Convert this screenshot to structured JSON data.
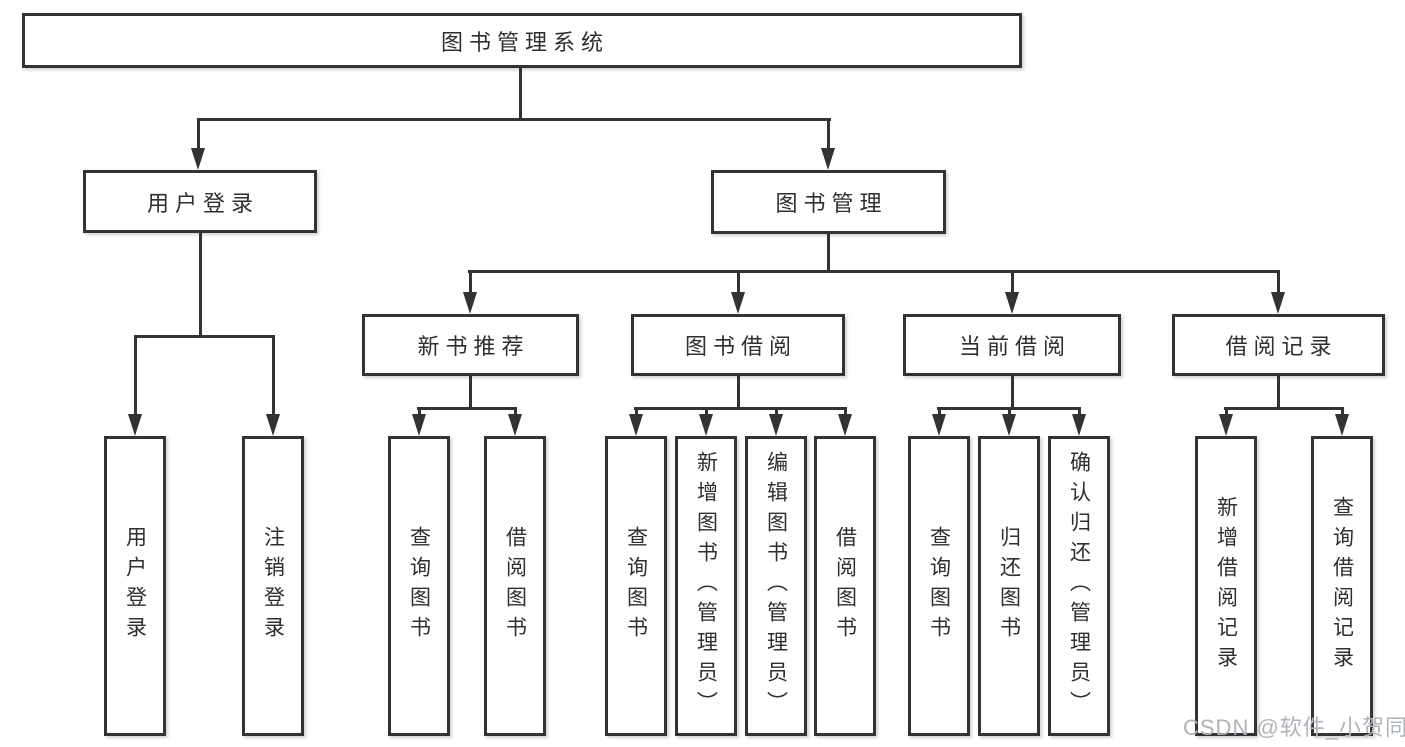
{
  "diagram": {
    "root": {
      "label": "图书管理系统"
    },
    "branches": [
      {
        "label": "用户登录",
        "children": [
          {
            "label": "用户登录"
          },
          {
            "label": "注销登录"
          }
        ]
      },
      {
        "label": "图书管理",
        "children": [
          {
            "label": "新书推荐",
            "children": [
              {
                "label": "查询图书"
              },
              {
                "label": "借阅图书"
              }
            ]
          },
          {
            "label": "图书借阅",
            "children": [
              {
                "label": "查询图书"
              },
              {
                "label": "新增图书（管理员）"
              },
              {
                "label": "编辑图书（管理员）"
              },
              {
                "label": "借阅图书"
              }
            ]
          },
          {
            "label": "当前借阅",
            "children": [
              {
                "label": "查询图书"
              },
              {
                "label": "归还图书"
              },
              {
                "label": "确认归还（管理员）"
              }
            ]
          },
          {
            "label": "借阅记录",
            "children": [
              {
                "label": "新增借阅记录"
              },
              {
                "label": "查询借阅记录"
              }
            ]
          }
        ]
      }
    ]
  },
  "watermark": {
    "text": "CSDN @软件_小贺同学"
  },
  "colors": {
    "line": "#333333",
    "text": "#2f2f2f",
    "watermark": "#b0b3b8",
    "background": "#ffffff"
  }
}
